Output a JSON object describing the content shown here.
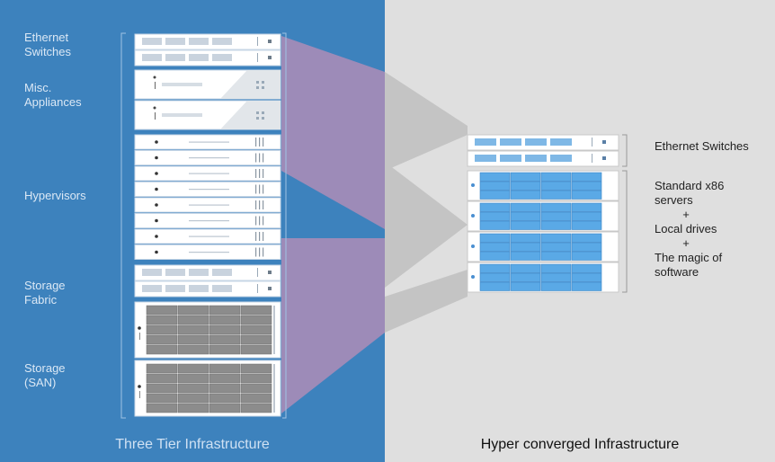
{
  "left_panel": {
    "title": "Three Tier Infrastructure",
    "labels": {
      "ethernet_switches": [
        "Ethernet",
        "Switches"
      ],
      "misc_appliances": [
        "Misc.",
        "Appliances"
      ],
      "hypervisors": "Hypervisors",
      "storage_fabric": [
        "Storage",
        "Fabric"
      ],
      "storage_san": [
        "Storage",
        "(SAN)"
      ]
    }
  },
  "right_panel": {
    "title": "Hyper converged Infrastructure",
    "labels": {
      "ethernet_switches": "Ethernet Switches",
      "servers": [
        "Standard x86",
        "servers"
      ],
      "plus1": "+",
      "local_drives": "Local drives",
      "plus2": "+",
      "magic": [
        "The magic of",
        "software"
      ]
    }
  },
  "colors": {
    "left_bg": "#3d82bd",
    "right_bg": "#dfdfdf",
    "arrow_purple": "#9a8ab5",
    "arrow_gray": "#bdbdbd",
    "drive_blue": "#5aa9e6"
  }
}
